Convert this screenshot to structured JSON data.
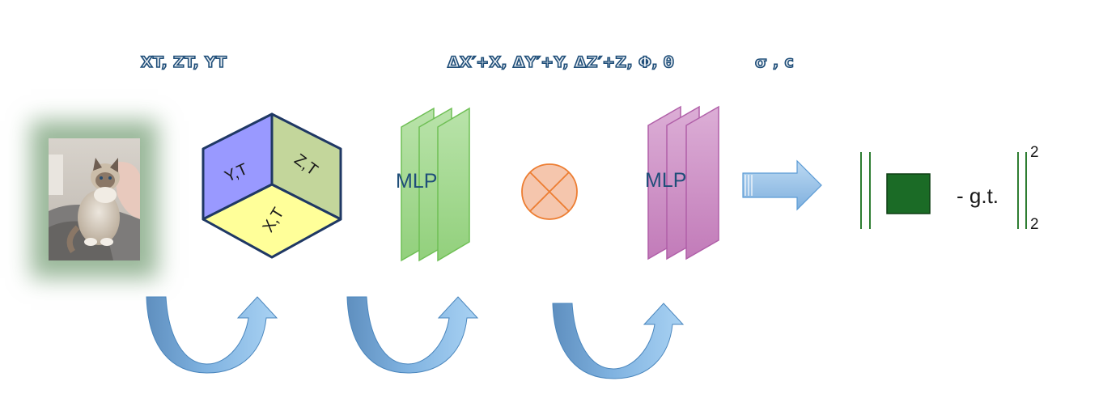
{
  "header_labels": {
    "planes": "XT, ZT, YT",
    "deltas": "ΔX′+X, ΔY′+Y, ΔZ′+Z, Φ, θ",
    "outputs": "σ , c"
  },
  "cube": {
    "face_top_left": "Y,T",
    "face_top_right": "Z,T",
    "face_bottom": "X,T"
  },
  "mlp_1": {
    "label": "MLP"
  },
  "mlp_2": {
    "label": "MLP"
  },
  "loss": {
    "text": "- g.t.",
    "superscript": "2",
    "subscript": "2"
  },
  "colors": {
    "label_outline": "#1f4e79",
    "cube_face_left": "#9999ff",
    "cube_face_right": "#c3d69b",
    "cube_face_bottom": "#ffff99",
    "mlp1_fill": "#a9dc96",
    "mlp2_fill": "#cf96c8",
    "multiply_fill": "#f5c6ad",
    "multiply_stroke": "#ed7d31",
    "arrow_fill": "#9dc3e6",
    "loss_bars": "#2e7d32",
    "rendered_square": "#1b6b26"
  },
  "icons": {
    "multiply": "circled-times-icon",
    "arrow": "right-arrow-icon",
    "curved_arrows": "curved-up-arrow-icon"
  }
}
